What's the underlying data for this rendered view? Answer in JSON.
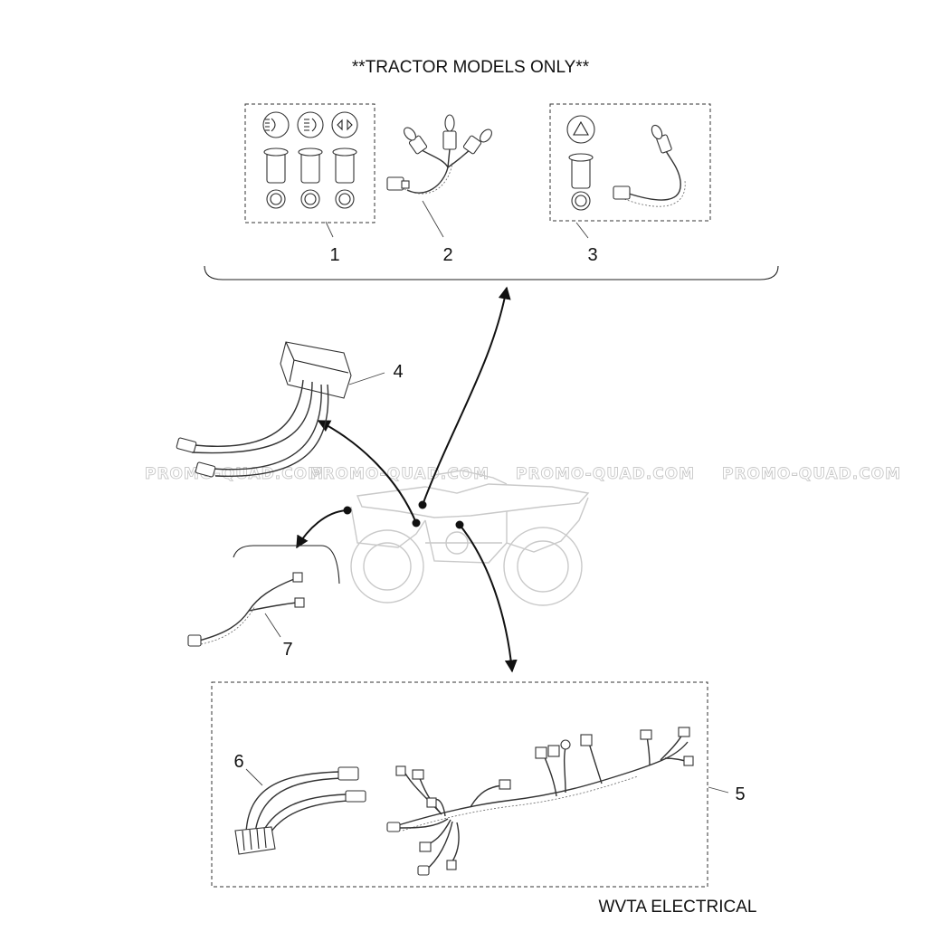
{
  "header": {
    "title": "**TRACTOR MODELS ONLY**"
  },
  "footer": {
    "caption": "WVTA ELECTRICAL"
  },
  "watermark": {
    "text": "PROMO-QUAD.COM"
  },
  "callouts": {
    "c1": "1",
    "c2": "2",
    "c3": "3",
    "c4": "4",
    "c5": "5",
    "c6": "6",
    "c7": "7"
  }
}
